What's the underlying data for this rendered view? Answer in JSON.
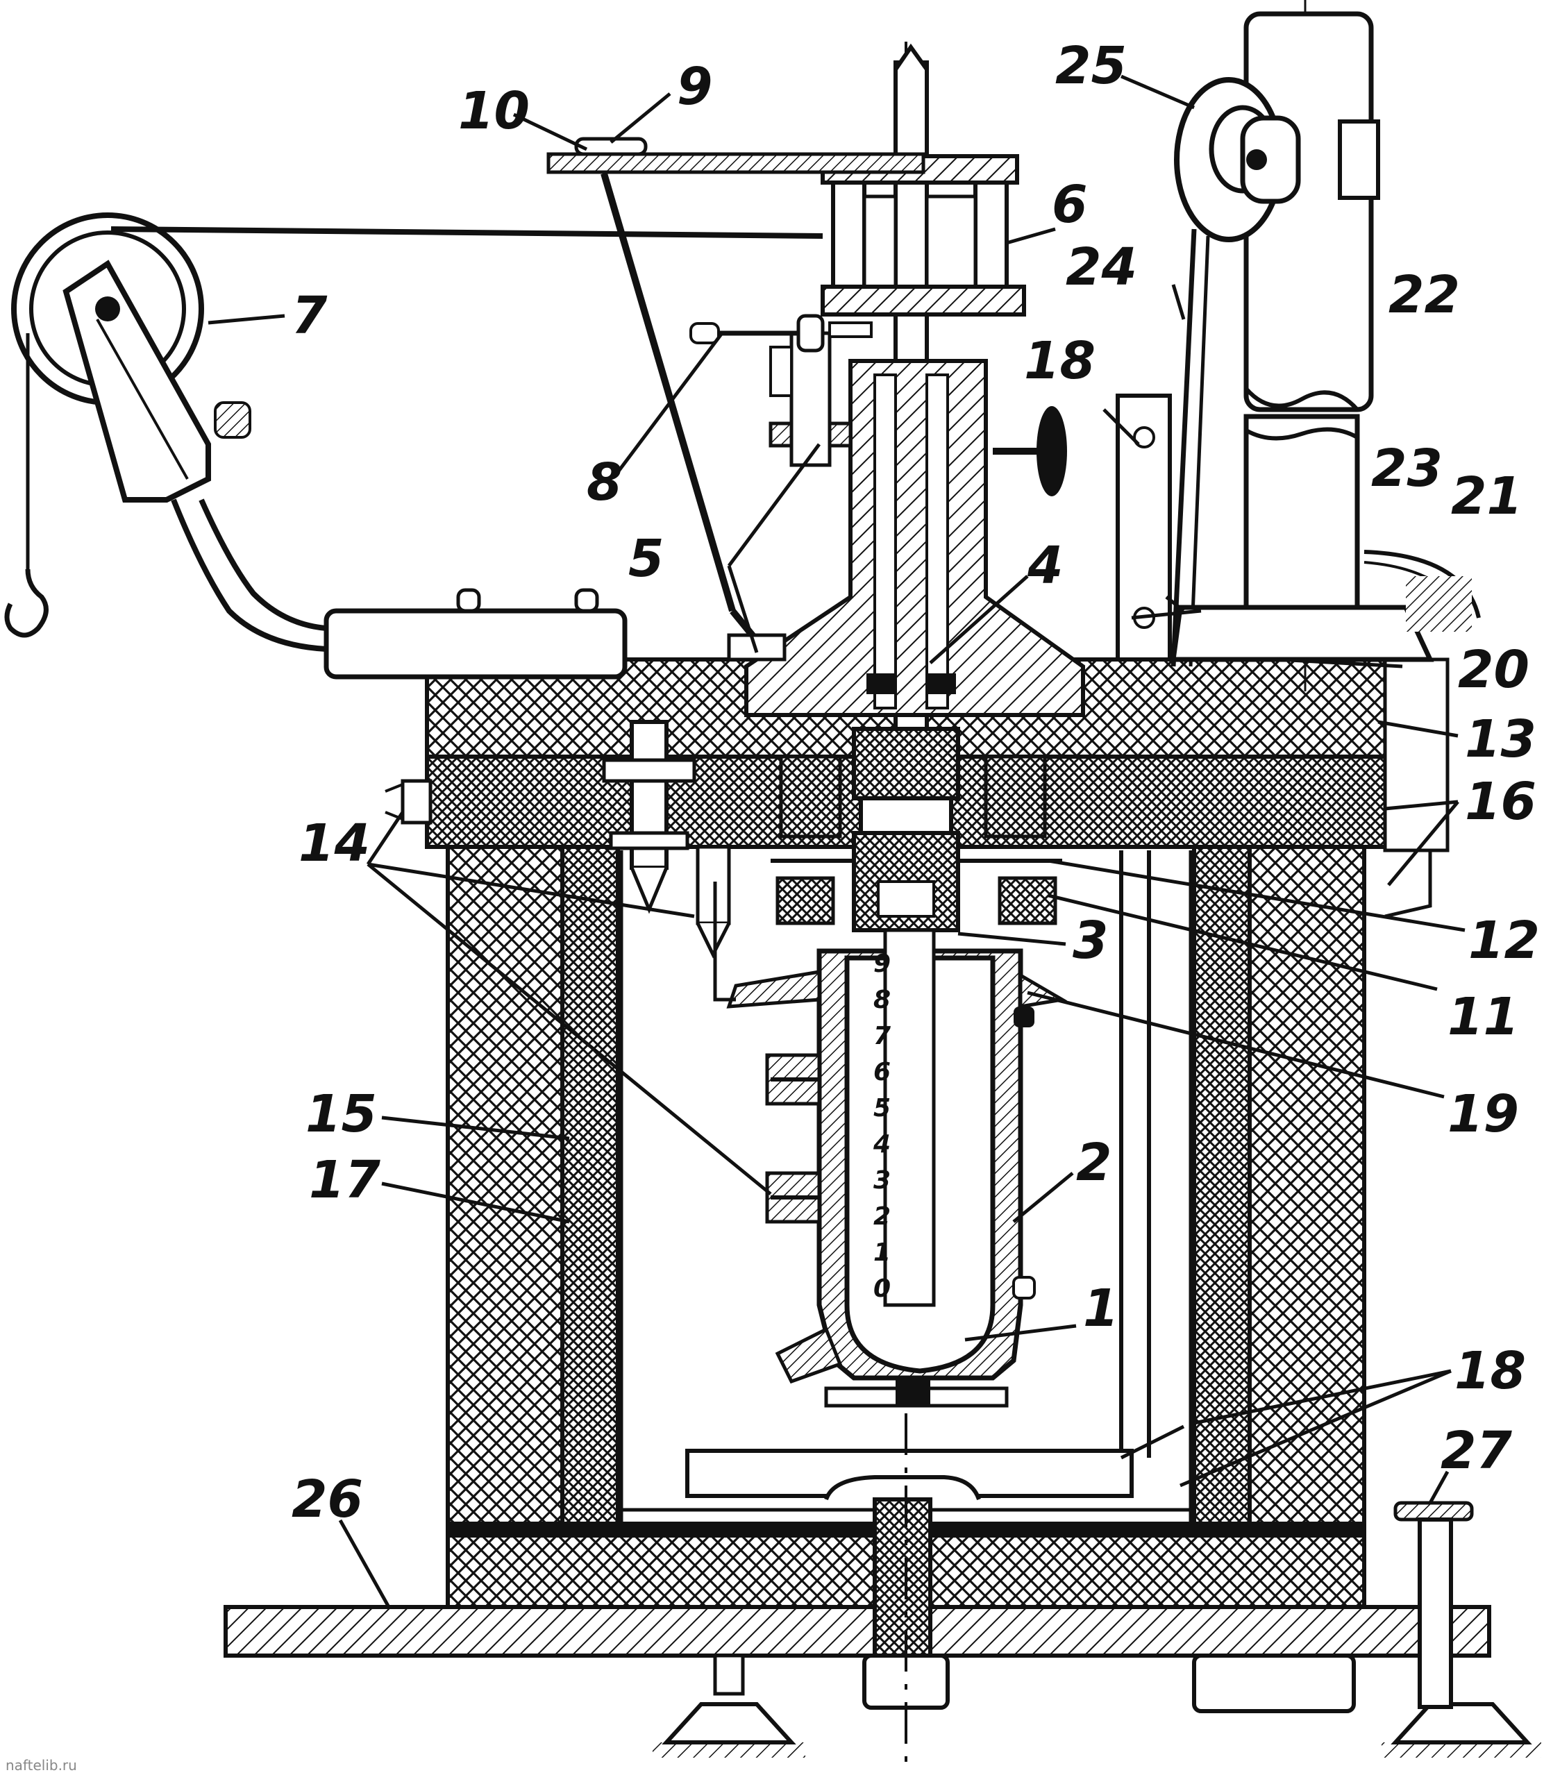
{
  "labels": {
    "l1": "1",
    "l2": "2",
    "l3": "3",
    "l4": "4",
    "l5": "5",
    "l6": "6",
    "l7": "7",
    "l8": "8",
    "l9": "9",
    "l10": "10",
    "l11": "11",
    "l12": "12",
    "l13": "13",
    "l14": "14",
    "l15": "15",
    "l16": "16",
    "l17": "17",
    "l18a": "18",
    "l18b": "18",
    "l19": "19",
    "l20": "20",
    "l21": "21",
    "l22": "22",
    "l23": "23",
    "l24": "24",
    "l25": "25",
    "l26": "26",
    "l27": "27"
  },
  "scale_marks": [
    "9",
    "8",
    "7",
    "6",
    "5",
    "4",
    "3",
    "2",
    "1",
    "0"
  ],
  "watermark": "naftelib.ru"
}
